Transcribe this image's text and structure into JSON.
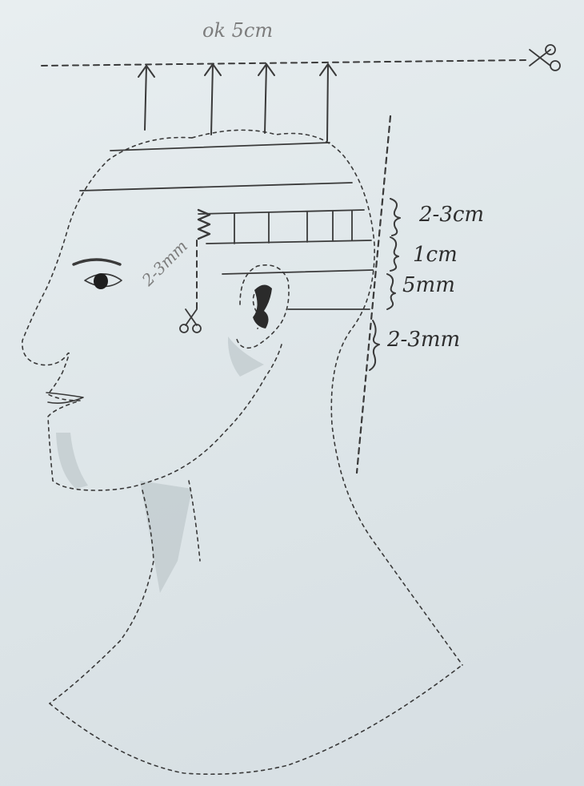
{
  "annotations": {
    "top": "ok 5cm",
    "top_band": "2-3cm",
    "band_1cm": "1cm",
    "band_5mm": "5mm",
    "nape": "2-3mm",
    "side": "2-3mm"
  },
  "icons": {
    "top_scissors": "scissors-icon",
    "side_scissors": "scissors-icon"
  },
  "colors": {
    "paper": "#e3eaed",
    "pencil": "#3a3a3a",
    "faint_pencil": "#7d7d7d",
    "shading": "#b9c3c6"
  }
}
